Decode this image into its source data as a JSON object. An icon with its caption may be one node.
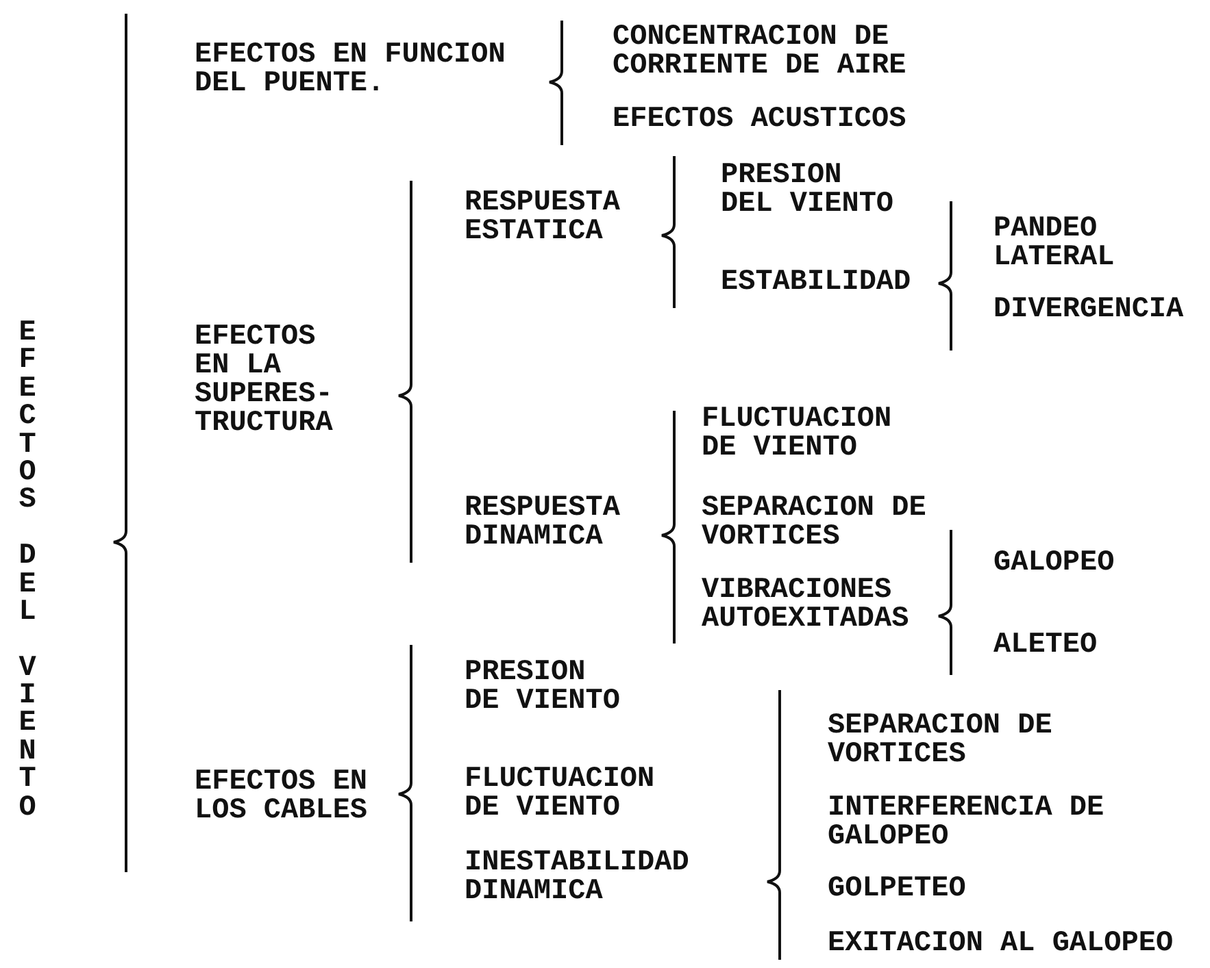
{
  "diagram": {
    "labels": [
      "EFECTOS DEL VIENTO",
      "EFECTOS EN FUNCION DEL PUENTE.",
      "CONCENTRACION DE CORRIENTE DE AIRE",
      "EFECTOS ACUSTICOS",
      "RESPUESTA ESTATICA",
      "PRESION DEL VIENTO",
      "PANDEO LATERAL",
      "ESTABILIDAD",
      "DIVERGENCIA",
      "EFECTOS EN LA SUPERES- TRUCTURA",
      "FLUCTUACION DE VIENTO",
      "RESPUESTA DINAMICA",
      "SEPARACION DE VORTICES",
      "GALOPEO",
      "VIBRACIONES AUTOEXITADAS",
      "ALETEO",
      "PRESION DE VIENTO",
      "SEPARACION DE VORTICES",
      "EFECTOS EN LOS CABLES",
      "FLUCTUACION DE VIENTO",
      "INTERFERENCIA DE GALOPEO",
      "INESTABILIDAD DINAMICA",
      "GOLPETEO",
      "EXITACION AL GALOPEO"
    ]
  }
}
